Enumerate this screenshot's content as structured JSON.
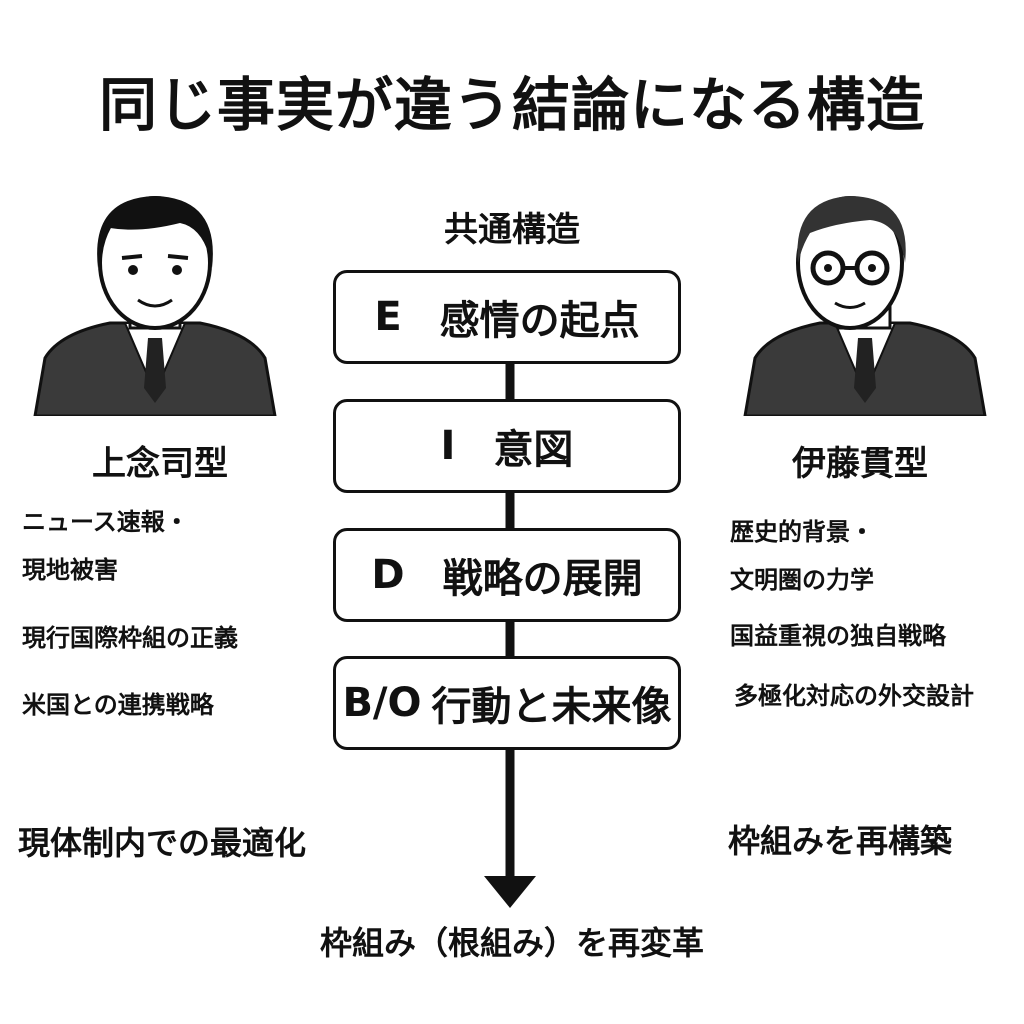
{
  "title": "同じ事実が違う結論になる構造",
  "center": {
    "heading": "共通構造",
    "steps": [
      {
        "code": "E",
        "label": "感情の起点"
      },
      {
        "code": "I",
        "label": "意図"
      },
      {
        "code": "D",
        "label": "戦略の展開"
      },
      {
        "code": "B/O",
        "label": "行動と未来像"
      }
    ],
    "result": "枠組み（根組み）を再変革"
  },
  "left": {
    "label": "上念司型",
    "items": [
      "ニュース速報・",
      "現地被害",
      "現行国際枠組の正義",
      "米国との連携戦略"
    ],
    "conclusion": "現体制内での最適化"
  },
  "right": {
    "label": "伊藤貫型",
    "items": [
      "歴史的背景・",
      "文明圏の力学",
      "国益重視の独自戦略",
      "多極化対応の外交設計"
    ],
    "conclusion": "枠組みを再構築"
  }
}
